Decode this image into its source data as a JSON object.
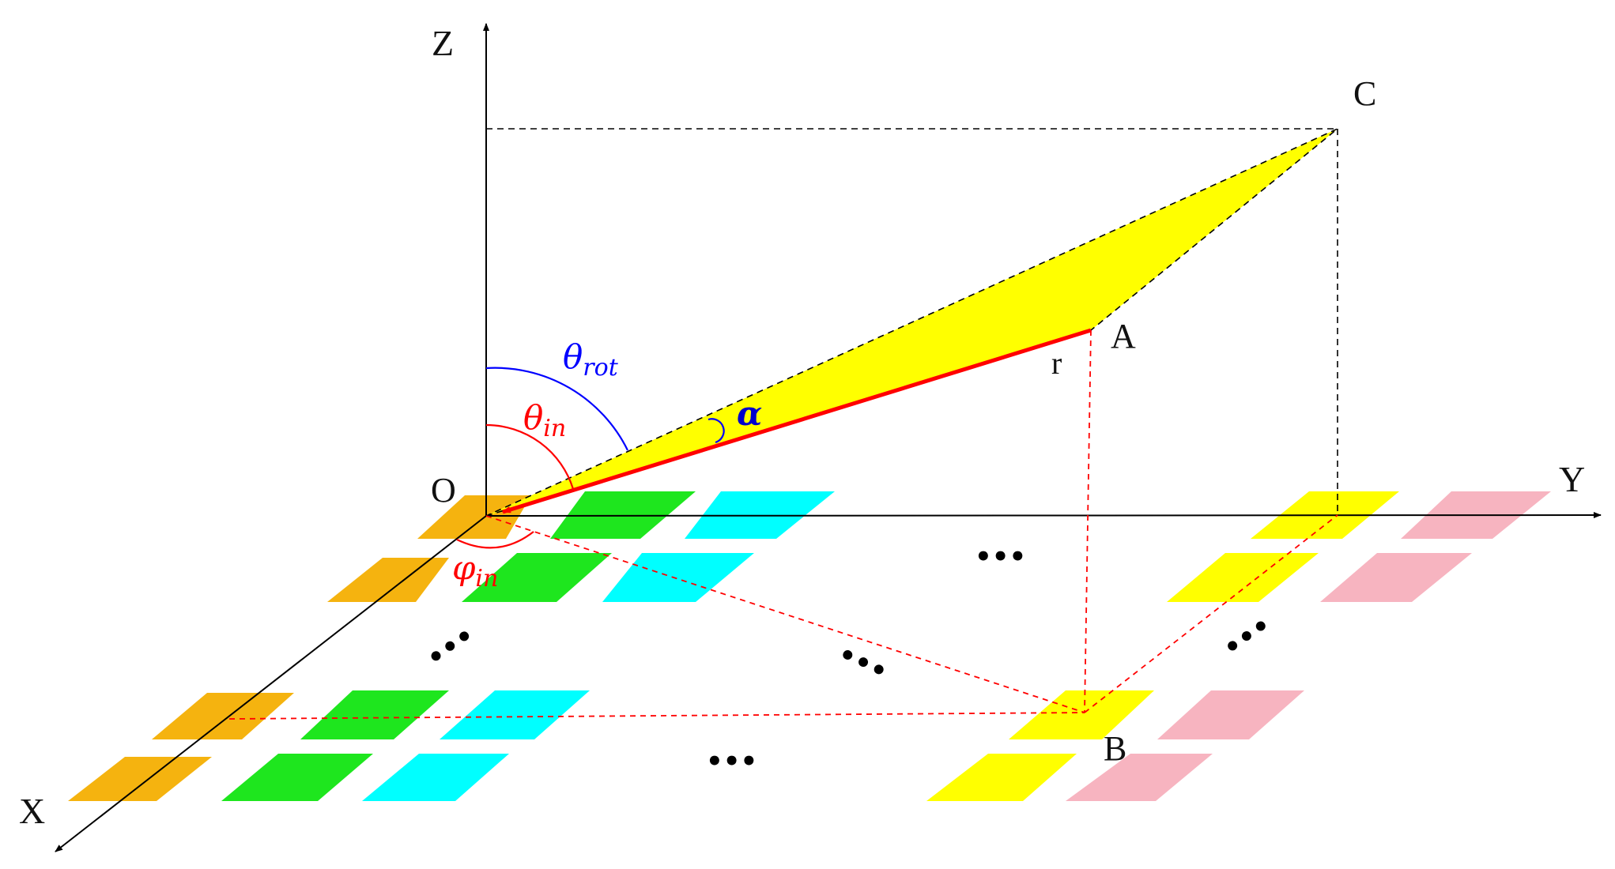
{
  "axes": {
    "x_label": "X",
    "y_label": "Y",
    "z_label": "Z"
  },
  "points": {
    "origin": "O",
    "a": "A",
    "b": "B",
    "c": "C"
  },
  "labels": {
    "r": "r",
    "alpha": "α",
    "theta_symbol": "θ",
    "phi_symbol": "φ",
    "theta_rot_sub": "rot",
    "theta_in_sub": "in",
    "phi_in_sub": "in"
  },
  "ellipsis": {
    "horizontal": "•••",
    "diagonal": "•••"
  },
  "colors": {
    "tile_column_1": "#f5b30f",
    "tile_column_2": "#1ee61e",
    "tile_column_3": "#00ffff",
    "tile_column_4": "#ffff00",
    "tile_column_5": "#f7b4c0",
    "reflection_plane": "#ffff00",
    "incident_ray": "#ff0000",
    "theta_rot_arc": "#0000ff",
    "theta_in_arc": "#ff0000",
    "guide_lines": "#000000",
    "projection_lines": "#ff0000"
  }
}
